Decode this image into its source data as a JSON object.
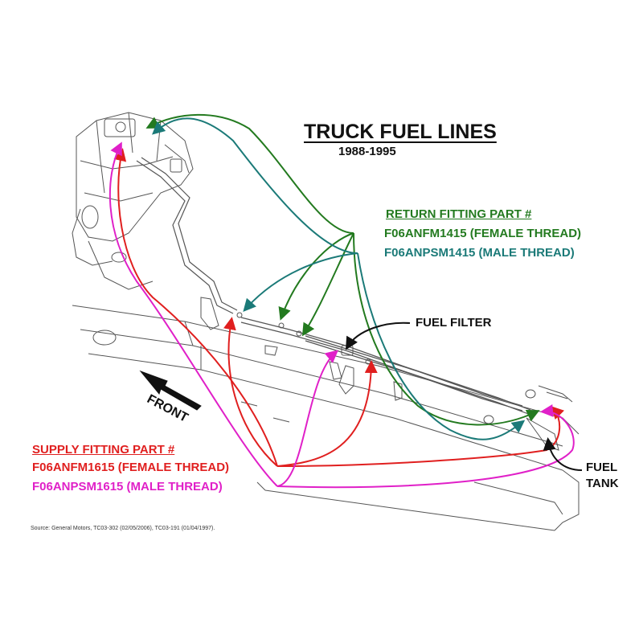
{
  "title": "TRUCK FUEL LINES",
  "years": "1988-1995",
  "return_fitting": {
    "header": "RETURN FITTING PART #",
    "female": "F06ANFM1415 (FEMALE THREAD)",
    "male": "F06ANPSM1415 (MALE THREAD)"
  },
  "supply_fitting": {
    "header": "SUPPLY FITTING PART #",
    "female": "F06ANFM1615 (FEMALE THREAD)",
    "male": "F06ANPSM1615 (MALE THREAD)"
  },
  "fuel_filter_label": "FUEL FILTER",
  "fuel_tank_label_line1": "FUEL",
  "fuel_tank_label_line2": "TANK",
  "front_label": "FRONT",
  "source": "Source: General Motors, TC03-302 (02/05/2006), TC03-191 (01/04/1997).",
  "colors": {
    "return_female": "#237a1f",
    "return_male": "#1b7a78",
    "supply_female": "#e01f1f",
    "supply_male": "#e020c8",
    "drawing": "#555555"
  }
}
